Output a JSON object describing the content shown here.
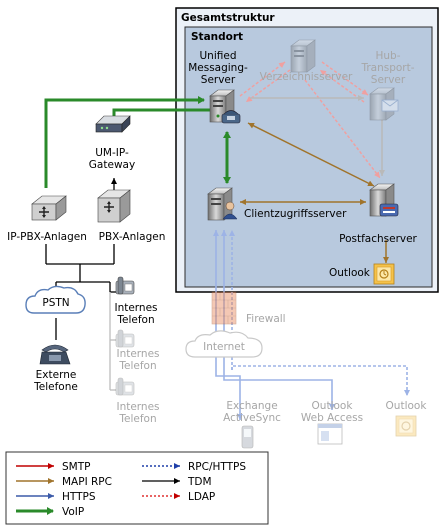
{
  "colors": {
    "smtp": "#c00000",
    "mapi_rpc": "#a0742c",
    "https": "#3b5aa8",
    "voip": "#2a8a2a",
    "rpc_https": "#1f3fa8",
    "tdm": "#000000",
    "ldap": "#e03030",
    "org_fill": "#ecf1f8",
    "site_fill": "#b8c9de"
  },
  "org": {
    "title": "Gesamtstruktur"
  },
  "site": {
    "title": "Standort"
  },
  "servers": {
    "um": {
      "label_1": "Unified",
      "label_2": "Messaging-",
      "label_3": "Server",
      "icon": "server-icon"
    },
    "directory": {
      "label": "Verzeichnisserver",
      "icon": "server-icon"
    },
    "hub": {
      "label_1": "Hub-",
      "label_2": "Transport-",
      "label_3": "Server",
      "icon": "server-mail-icon"
    },
    "cas": {
      "label": "Clientzugriffsserver",
      "icon": "server-user-icon"
    },
    "mailbox": {
      "label": "Postfachserver",
      "icon": "server-mailbox-icon"
    }
  },
  "telephony": {
    "gateway": {
      "label_1": "UM-IP-",
      "label_2": "Gateway",
      "icon": "gateway-icon"
    },
    "ip_pbx": {
      "label": "IP-PBX-Anlagen",
      "icon": "pbx-icon"
    },
    "pbx": {
      "label": "PBX-Anlagen",
      "icon": "pbx-icon"
    },
    "pstn": {
      "label": "PSTN",
      "icon": "cloud-icon"
    },
    "internal_phones": [
      {
        "label_1": "Internes",
        "label_2": "Telefon",
        "faded": false
      },
      {
        "label_1": "Internes",
        "label_2": "Telefon",
        "faded": true
      },
      {
        "label_1": "Internes",
        "label_2": "Telefon",
        "faded": true
      }
    ],
    "external_phone": {
      "label_1": "Externe",
      "label_2": "Telefone",
      "icon": "phone-icon"
    }
  },
  "network": {
    "firewall": {
      "label": "Firewall",
      "icon": "firewall-icon"
    },
    "internet": {
      "label": "Internet",
      "icon": "cloud-icon"
    }
  },
  "clients": {
    "outlook_internal": {
      "label": "Outlook",
      "icon": "outlook-icon"
    },
    "activesync": {
      "label_1": "Exchange",
      "label_2": "ActiveSync",
      "icon": "mobile-phone-icon"
    },
    "owa": {
      "label_1": "Outlook",
      "label_2": "Web Access",
      "icon": "browser-icon"
    },
    "outlook_external": {
      "label": "Outlook",
      "icon": "outlook-icon"
    }
  },
  "legend": {
    "left": [
      {
        "label": "SMTP",
        "key": "smtp",
        "style": "solid"
      },
      {
        "label": "MAPI RPC",
        "key": "mapi_rpc",
        "style": "solid"
      },
      {
        "label": "HTTPS",
        "key": "https",
        "style": "solid"
      },
      {
        "label": "VoIP",
        "key": "voip",
        "style": "solid-thick"
      }
    ],
    "right": [
      {
        "label": "RPC/HTTPS",
        "key": "rpc_https",
        "style": "dotted"
      },
      {
        "label": "TDM",
        "key": "tdm",
        "style": "solid"
      },
      {
        "label": "LDAP",
        "key": "ldap",
        "style": "dotted"
      }
    ]
  }
}
